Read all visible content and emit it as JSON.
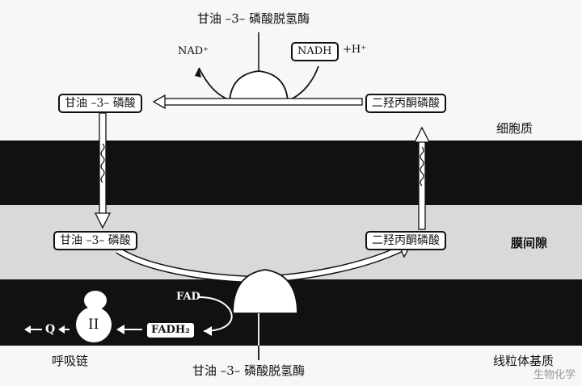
{
  "enzyme_top": "甘油 –3– 磷酸脱氢酶",
  "enzyme_bottom": "甘油 –3– 磷酸脱氢酶",
  "nad_top": "NAD⁺",
  "nadh_box": "NADH",
  "h_plus": "+H⁺",
  "g3p_top": "甘油 –3– 磷酸",
  "dhap_top": "二羟丙酮磷酸",
  "g3p_mid": "甘油 –3– 磷酸",
  "dhap_mid": "二羟丙酮磷酸",
  "cytoplasm": "细胞质",
  "intermembrane": "膜间隙",
  "matrix": "线粒体基质",
  "fad": "FAD",
  "fadh2": "FADH₂",
  "complex_ii": "II",
  "q_label": "Q",
  "resp_chain": "呼吸链",
  "watermark": "生物化学",
  "colors": {
    "membrane": "#111111",
    "space": "#d9d9d7",
    "background": "#f7f7f5",
    "line": "#111111"
  }
}
